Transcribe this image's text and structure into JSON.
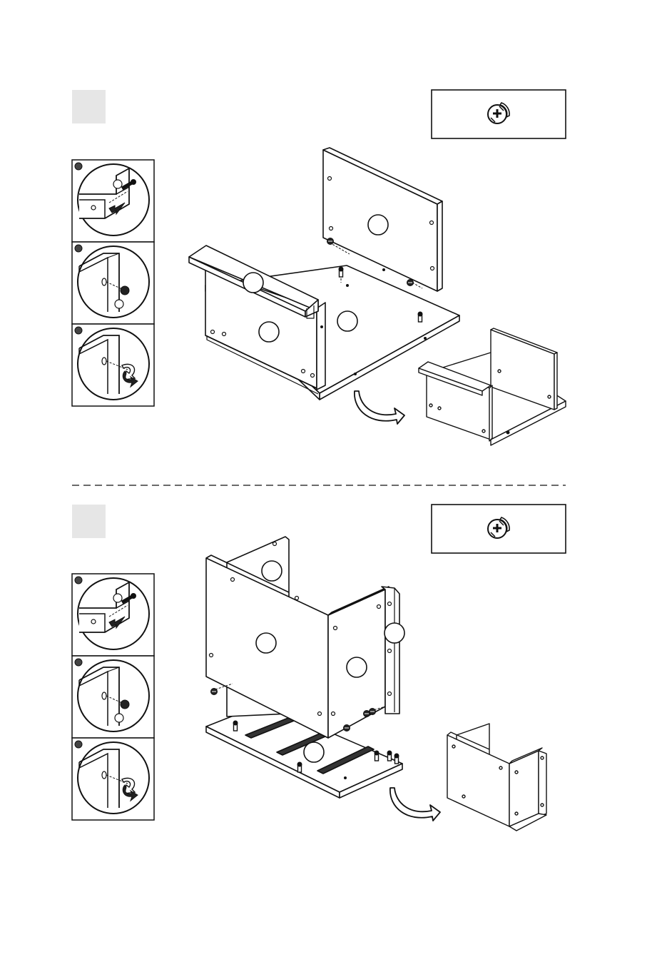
{
  "document": {
    "type": "assembly-instructions",
    "steps": [
      {
        "step_number": "",
        "hardware_icon": "cam-lock-icon",
        "detail_panels": [
          {
            "action": "insert-cam-bolt",
            "icon": "cam-bolt-icon"
          },
          {
            "action": "fit-panel-onto-cam-bolt",
            "icon": "cam-lock-icon"
          },
          {
            "action": "turn-cam-lock-clockwise",
            "icon": "rotate-arrow-icon"
          }
        ],
        "part_labels": [
          "",
          "",
          "",
          "",
          ""
        ],
        "result_arrow": "rotate-arrow-icon"
      },
      {
        "step_number": "",
        "hardware_icon": "cam-lock-icon",
        "detail_panels": [
          {
            "action": "insert-cam-bolt",
            "icon": "cam-bolt-icon"
          },
          {
            "action": "fit-panel-onto-cam-bolt",
            "icon": "cam-lock-icon"
          },
          {
            "action": "turn-cam-lock-clockwise",
            "icon": "rotate-arrow-icon"
          }
        ],
        "part_labels": [
          "",
          "",
          "",
          "",
          ""
        ],
        "result_arrow": "rotate-arrow-icon"
      }
    ],
    "colors": {
      "line": "#111111",
      "step_box": "#e6e6e6",
      "fill": "#ffffff"
    }
  }
}
